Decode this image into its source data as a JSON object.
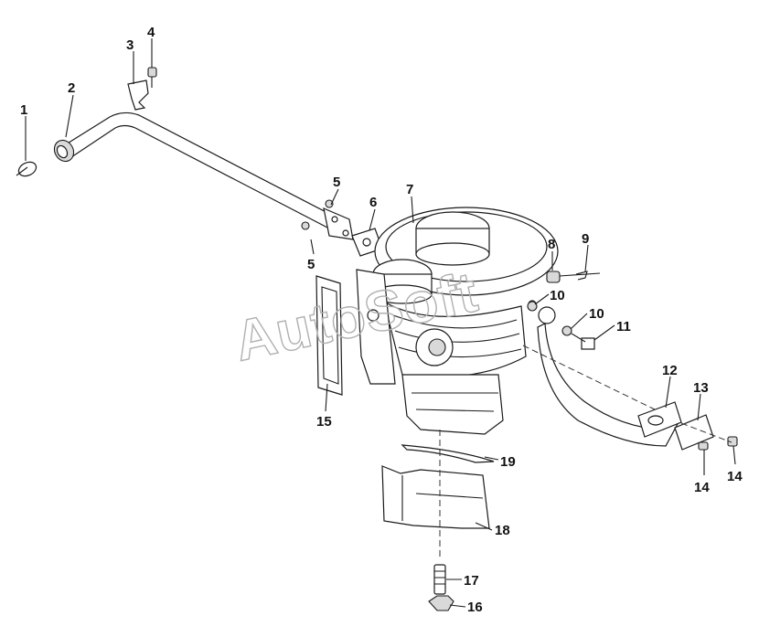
{
  "watermark": "AutoSoft",
  "callouts": [
    {
      "id": "c1",
      "text": "1"
    },
    {
      "id": "c2",
      "text": "2"
    },
    {
      "id": "c3",
      "text": "3"
    },
    {
      "id": "c4",
      "text": "4"
    },
    {
      "id": "c5a",
      "text": "5"
    },
    {
      "id": "c5b",
      "text": "5"
    },
    {
      "id": "c6",
      "text": "6"
    },
    {
      "id": "c7",
      "text": "7"
    },
    {
      "id": "c8",
      "text": "8"
    },
    {
      "id": "c9",
      "text": "9"
    },
    {
      "id": "c10a",
      "text": "10"
    },
    {
      "id": "c10b",
      "text": "10"
    },
    {
      "id": "c11",
      "text": "11"
    },
    {
      "id": "c12",
      "text": "12"
    },
    {
      "id": "c13",
      "text": "13"
    },
    {
      "id": "c14a",
      "text": "14"
    },
    {
      "id": "c14b",
      "text": "14"
    },
    {
      "id": "c15",
      "text": "15"
    },
    {
      "id": "c16",
      "text": "16"
    },
    {
      "id": "c17",
      "text": "17"
    },
    {
      "id": "c18",
      "text": "18"
    },
    {
      "id": "c19",
      "text": "19"
    }
  ]
}
